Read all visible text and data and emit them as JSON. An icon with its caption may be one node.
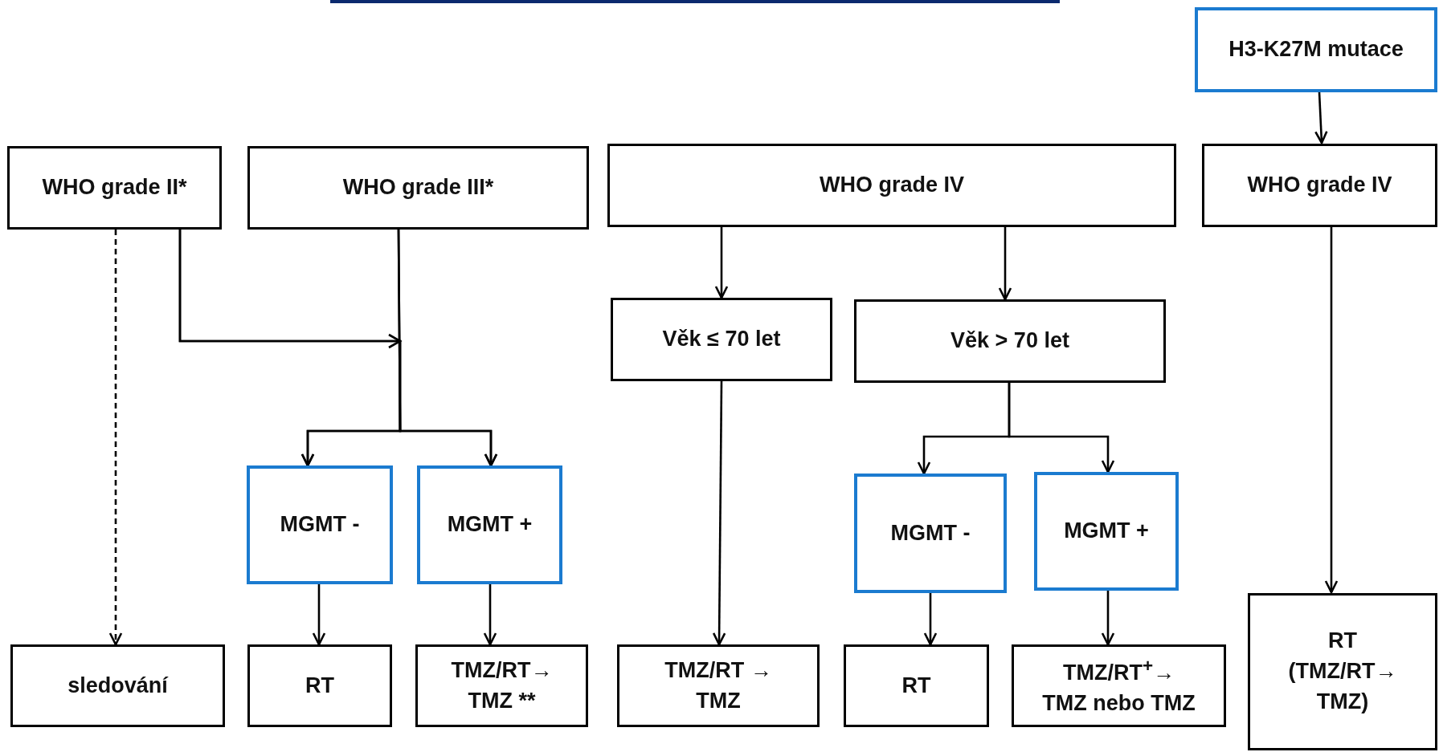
{
  "diagram": {
    "nodes": [
      {
        "text": [
          "H3-K27M mutace"
        ]
      },
      {
        "text": [
          "WHO grade II*"
        ]
      },
      {
        "text": [
          "WHO grade III*"
        ]
      },
      {
        "text": [
          "WHO grade IV"
        ]
      },
      {
        "text": [
          "WHO grade IV"
        ]
      },
      {
        "text": [
          "Věk ≤ 70 let"
        ]
      },
      {
        "text": [
          "Věk > 70 let"
        ]
      },
      {
        "text": [
          "MGMT -"
        ]
      },
      {
        "text": [
          "MGMT +"
        ]
      },
      {
        "text": [
          "MGMT -"
        ]
      },
      {
        "text": [
          "MGMT +"
        ]
      },
      {
        "text": [
          "sledování"
        ]
      },
      {
        "text": [
          "RT"
        ]
      },
      {
        "text": [
          "TMZ/RT→ TMZ **"
        ]
      },
      {
        "text": [
          "TMZ/RT → TMZ"
        ]
      },
      {
        "text": [
          "RT"
        ]
      },
      {
        "text": [
          "TMZ/RT$^{+}$→",
          "TMZ nebo TMZ"
        ]
      },
      {
        "text": [
          "RT",
          "(TMZ/RT→ TMZ)"
        ]
      }
    ],
    "edges": [
      {
        "from": 0,
        "to": 4,
        "arrow": "to"
      },
      {
        "from": 1,
        "to": 11,
        "arrow": "to",
        "style": "dashed"
      },
      {
        "from": 1,
        "to": 7,
        "arrow": "to"
      },
      {
        "from": 1,
        "to": 8,
        "arrow": "to"
      },
      {
        "from": 2,
        "to": 7,
        "arrow": "to"
      },
      {
        "from": 2,
        "to": 8,
        "arrow": "to"
      },
      {
        "from": 3,
        "to": 5,
        "arrow": "to"
      },
      {
        "from": 3,
        "to": 6,
        "arrow": "to"
      },
      {
        "from": 5,
        "to": 14,
        "arrow": "to"
      },
      {
        "from": 6,
        "to": 9,
        "arrow": "to"
      },
      {
        "from": 6,
        "to": 10,
        "arrow": "to"
      },
      {
        "from": 7,
        "to": 12,
        "arrow": "to"
      },
      {
        "from": 8,
        "to": 13,
        "arrow": "to"
      },
      {
        "from": 9,
        "to": 15,
        "arrow": "to"
      },
      {
        "from": 10,
        "to": 16,
        "arrow": "to"
      },
      {
        "from": 4,
        "to": 17,
        "arrow": "to"
      }
    ]
  }
}
